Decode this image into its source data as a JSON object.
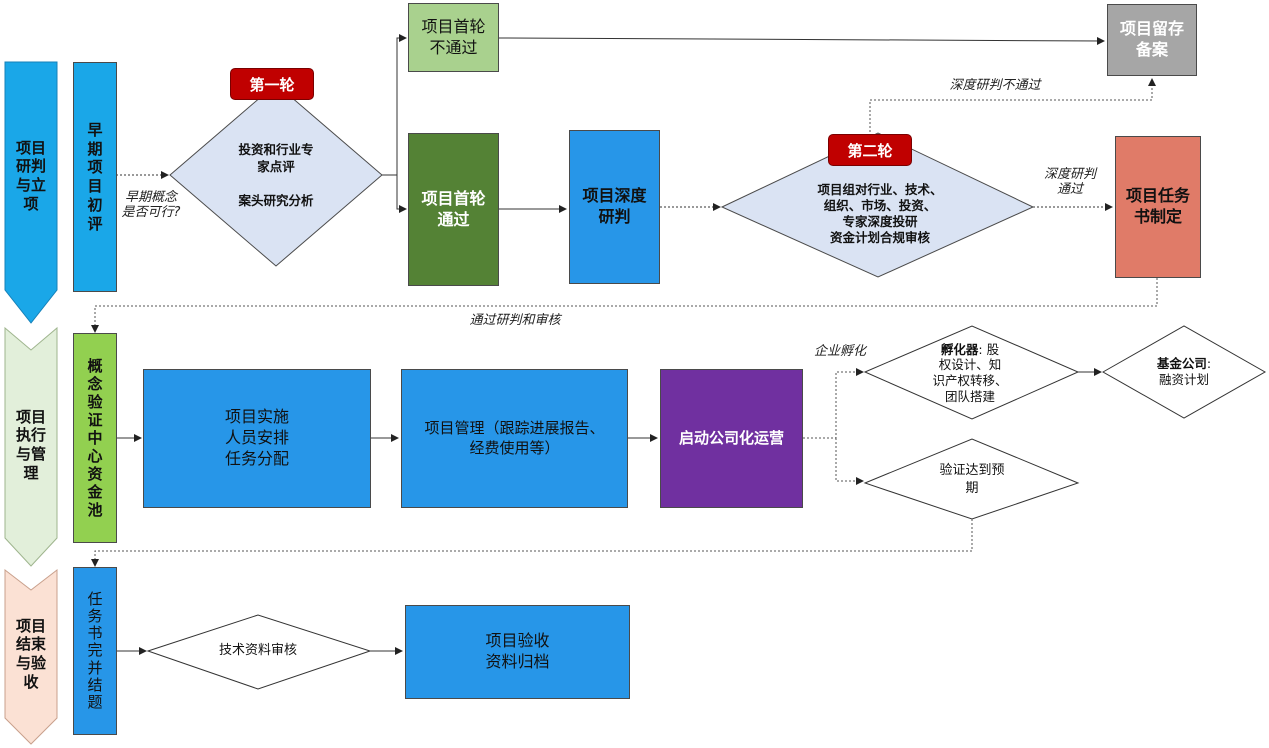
{
  "stages": {
    "s1": "项目\n研判\n与立\n项",
    "s2": "项目\n执行\n与管\n理",
    "s3": "项目\n结束\n与验\n收"
  },
  "sublabels": {
    "early": "早\n期\n项\n目\n初\n评",
    "concept": "概\n念\n验\n证\n中\n心\n资\n金\n池",
    "task": "任\n务\n书\n完\n并\n结\n题"
  },
  "badges": {
    "round1": "第一轮",
    "round2": "第二轮"
  },
  "diamonds": {
    "d1": "投资和行业专\n家点评\n\n案头研究分析",
    "d2": "项目组对行业、技术、\n组织、市场、投资、\n专家深度投研\n资金计划合规审核",
    "incubator_bold": "孵化器",
    "incubator_rest": ": 股\n权设计、知\n识产权转移、\n团队搭建",
    "fund_bold": "基金公司",
    "fund_rest": ":\n融资计划",
    "verify": "验证达到预\n期",
    "tech": "技术资料审核"
  },
  "boxes": {
    "not_pass": "项目首轮\n不通过",
    "pass": "项目首轮\n通过",
    "deep": "项目深度\n研判",
    "archive": "项目留存\n备案",
    "taskbook": "项目任务\n书制定",
    "impl": "项目实施\n人员安排\n任务分配",
    "mgmt": "项目管理（跟踪进展报告、\n经费使用等）",
    "company": "启动公司化运营",
    "accept": "项目验收\n资料归档"
  },
  "labels": {
    "early_q": "早期概念\n是否可行?",
    "deep_fail": "深度研判不通过",
    "deep_pass": "深度研判\n通过",
    "pass_review": "通过研判和审核",
    "incubate": "企业孵化"
  },
  "colors": {
    "stage1": "#1aa7e8",
    "stage2": "#e2efda",
    "stage3": "#fbe1d4",
    "blue": "#2796e8",
    "green_light": "#a9d18e",
    "green_dark": "#548235",
    "green_bright": "#92d050",
    "gray": "#a6a6a6",
    "salmon": "#e07b68",
    "purple": "#7030a0",
    "diamond_fill": "#dae3f3",
    "badge_red": "#c00000"
  }
}
